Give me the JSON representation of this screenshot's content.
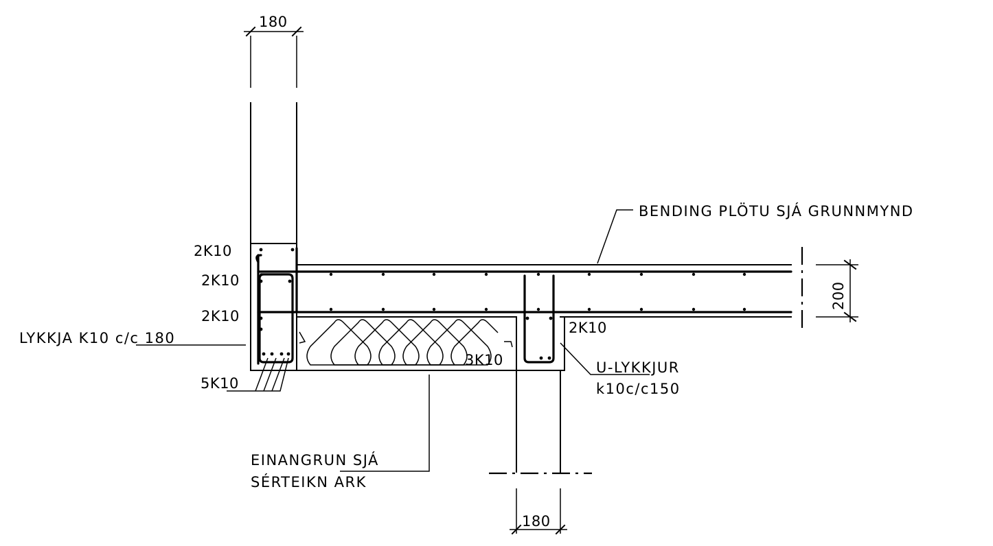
{
  "dimensions": {
    "wall_top_width": "180",
    "wall_bottom_width": "180",
    "slab_thickness": "200"
  },
  "labels": {
    "slab_bending_note": "BENDING PLÖTU SJÁ GRUNNMYND",
    "bar_2k10_top": "2K10",
    "bar_2k10_middle": "2K10",
    "bar_2k10_lower": "2K10",
    "bar_2k10_right": "2K10",
    "loop_note": "LYKKJA K10 c/c 180",
    "bar_5k10": "5K10",
    "bar_3k10": "3K10",
    "u_loop_line1": "U-LYKKJUR",
    "u_loop_line2": "k10c/c150",
    "insulation_line1": "EINANGRUN SJÁ",
    "insulation_line2": "SÉRTEIKN ARK"
  },
  "colors": {
    "ink": "#000000",
    "paper": "#ffffff"
  }
}
